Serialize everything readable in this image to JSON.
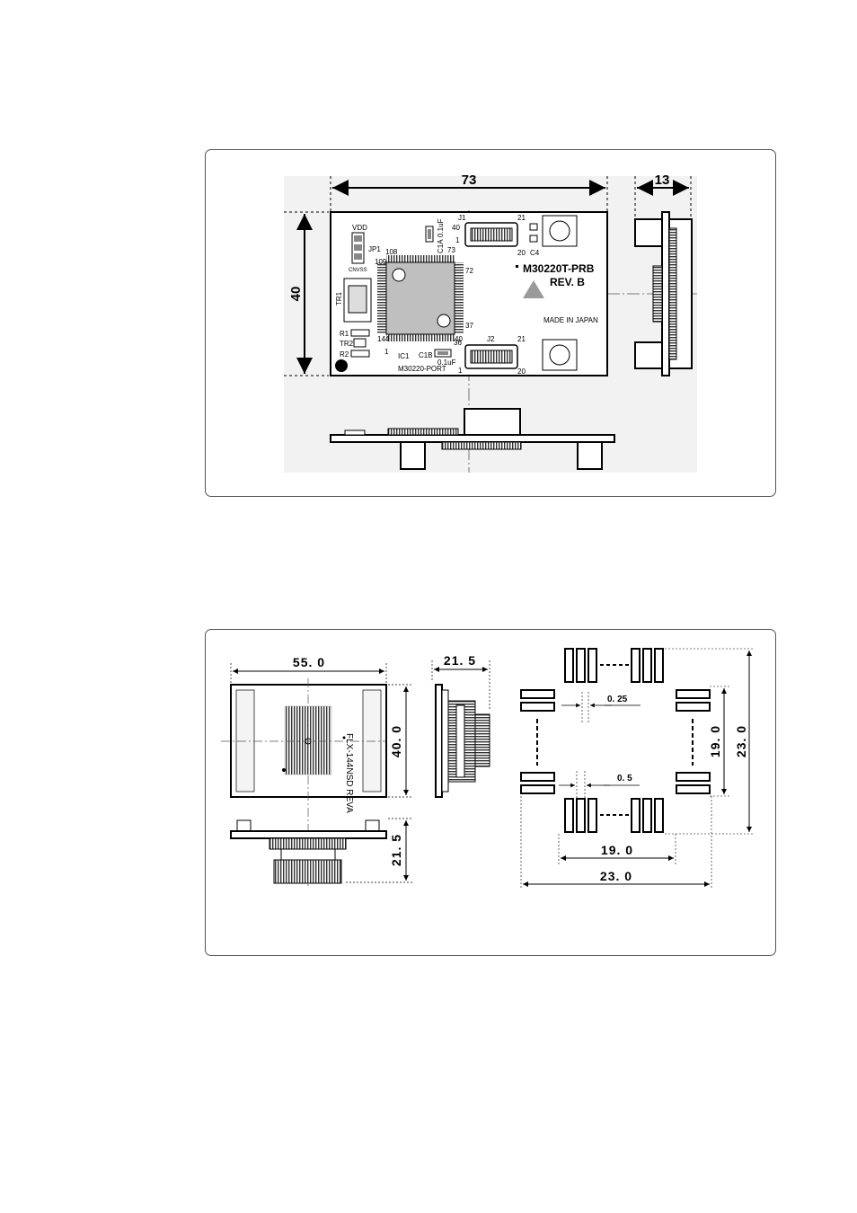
{
  "figure1": {
    "dim_width": "73",
    "dim_depth": "13",
    "dim_height": "40",
    "board": {
      "model": "M30220T-PRB",
      "revision": "REV. B",
      "made_in": "MADE IN JAPAN",
      "port_label": "M30220-PORT",
      "vdd": "VDD",
      "jp1": "JP1",
      "cnvss": "CNVSS",
      "tr1": "TR1",
      "r1": "R1",
      "tr2": "TR2",
      "r2": "R2",
      "ic1": "IC1",
      "c1a": "C1A",
      "cap_a": "0.1uF",
      "c1b": "C1B",
      "cap_b": "0.1uF",
      "c4": "C4",
      "j1": "J1",
      "j2": "J2",
      "pin_108": "108",
      "pin_109": "109",
      "pin_144": "144",
      "pin_1_ic": "1",
      "pin_72": "72",
      "pin_73": "73",
      "pin_37": "37",
      "pin_36": "36",
      "j1_40": "40",
      "j1_1": "1",
      "j1_21": "21",
      "j1_20": "20",
      "j2_40": "40",
      "j2_1": "1",
      "j2_21": "21",
      "j2_20": "20"
    }
  },
  "figure2": {
    "dim_top_width": "55. 0",
    "dim_side_width": "21. 5",
    "dim_height": "40. 0",
    "dim_bottom_height": "21. 5",
    "pad_pitch": "0. 25",
    "pad_width": "0. 5",
    "inner_span_h": "19. 0",
    "outer_span_h": "23. 0",
    "inner_span_v": "19. 0",
    "outer_span_v": "23. 0",
    "board_label": "FLX-144NSD REVA"
  }
}
